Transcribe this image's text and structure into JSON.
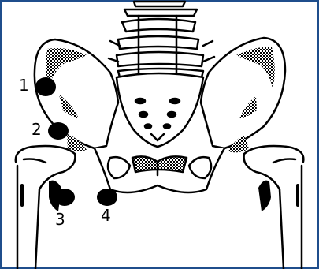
{
  "colors": {
    "frame": "#1f4e8c",
    "ink": "#000000",
    "marker": "#000000",
    "hatch": "#000000",
    "background": "#ffffff"
  },
  "markers": [
    {
      "id": "1",
      "label": "1"
    },
    {
      "id": "2",
      "label": "2"
    },
    {
      "id": "3",
      "label": "3"
    },
    {
      "id": "4",
      "label": "4"
    }
  ]
}
